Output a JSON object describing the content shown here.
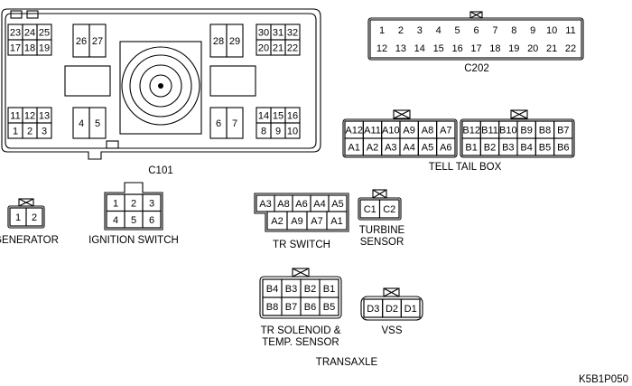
{
  "c101": {
    "label": "C101",
    "block_tl": [
      "23",
      "24",
      "25",
      "17",
      "18",
      "19"
    ],
    "block_26_27": [
      "26",
      "27"
    ],
    "block_28_29": [
      "28",
      "29"
    ],
    "block_tr": [
      "30",
      "31",
      "32",
      "20",
      "21",
      "22"
    ],
    "block_bl": [
      "11",
      "12",
      "13",
      "1",
      "2",
      "3"
    ],
    "block_4_5": [
      "4",
      "5"
    ],
    "block_6_7": [
      "6",
      "7"
    ],
    "block_br": [
      "14",
      "15",
      "16",
      "8",
      "9",
      "10"
    ]
  },
  "c202": {
    "label": "C202",
    "top": [
      "1",
      "2",
      "3",
      "4",
      "5",
      "6",
      "7",
      "8",
      "9",
      "10",
      "11"
    ],
    "bottom": [
      "12",
      "13",
      "14",
      "15",
      "16",
      "17",
      "18",
      "19",
      "20",
      "21",
      "22"
    ]
  },
  "tell_tail_box": {
    "label": "TELL TAIL BOX",
    "a_top": [
      "A12",
      "A11",
      "A10",
      "A9",
      "A8",
      "A7"
    ],
    "a_bottom": [
      "A1",
      "A2",
      "A3",
      "A4",
      "A5",
      "A6"
    ],
    "b_top": [
      "B12",
      "B11",
      "B10",
      "B9",
      "B8",
      "B7"
    ],
    "b_bottom": [
      "B1",
      "B2",
      "B3",
      "B4",
      "B5",
      "B6"
    ]
  },
  "generator": {
    "label": "GENERATOR",
    "pins": [
      "1",
      "2"
    ]
  },
  "ignition_switch": {
    "label": "IGNITION SWITCH",
    "top": [
      "1",
      "2",
      "3"
    ],
    "bottom": [
      "4",
      "5",
      "6"
    ]
  },
  "tr_switch": {
    "label": "TR SWITCH",
    "top": [
      "A3",
      "A8",
      "A6",
      "A4",
      "A5"
    ],
    "bottom": [
      "A2",
      "A9",
      "A7",
      "A1"
    ]
  },
  "turbine_sensor": {
    "label_line1": "TURBINE",
    "label_line2": "SENSOR",
    "pins": [
      "C1",
      "C2"
    ]
  },
  "tr_solenoid": {
    "label_line1": "TR SOLENOID &",
    "label_line2": "TEMP. SENSOR",
    "top": [
      "B4",
      "B3",
      "B2",
      "B1"
    ],
    "bottom": [
      "B8",
      "B7",
      "B6",
      "B5"
    ]
  },
  "vss": {
    "label": "VSS",
    "pins": [
      "D3",
      "D2",
      "D1"
    ]
  },
  "group_label": "TRANSAXLE",
  "figure_code": "K5B1P050"
}
